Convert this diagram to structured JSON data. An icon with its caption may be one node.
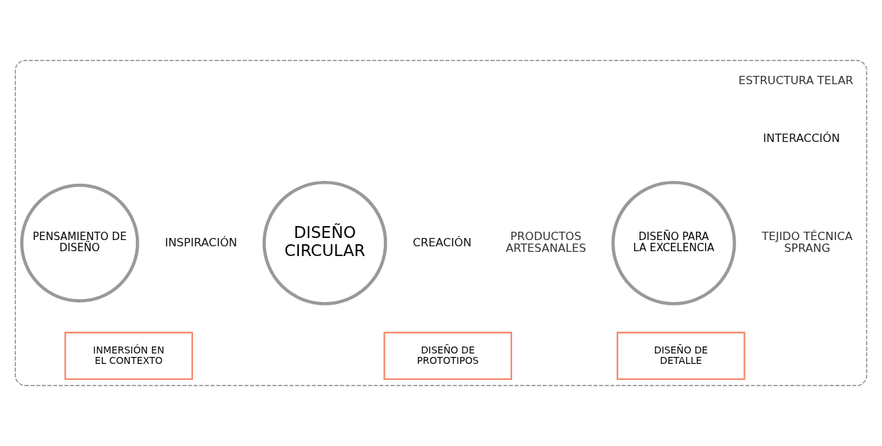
{
  "diagram": {
    "nodes": [
      {
        "text": [],
        "shape": "box"
      },
      {
        "text": [
          "PENSAMIENTO DE DISEÑO"
        ],
        "in": 0
      },
      {
        "text": [
          "DISEÑO CIRCULAR"
        ],
        "in": 0
      },
      {
        "text": [
          "DISEÑO PARA LA EXCELENCIA"
        ],
        "in": 0
      },
      {
        "text": [
          "INMERSIÓN EN EL CONTEXTO"
        ],
        "in": 0
      },
      {
        "text": [
          "DISEÑO DE PROTOTIPOS"
        ],
        "in": 0
      },
      {
        "text": [
          "DISEÑO DE DETALLE"
        ],
        "in": 0
      }
    ],
    "labels": [
      "ESTRUCTURA TELAR",
      "INTERACCIÓN",
      "TEJIDO TÉCNICA SPRANG",
      "INSPIRACIÓN",
      "CREACIÓN",
      "PRODUCTOS ARTESANALES"
    ]
  }
}
